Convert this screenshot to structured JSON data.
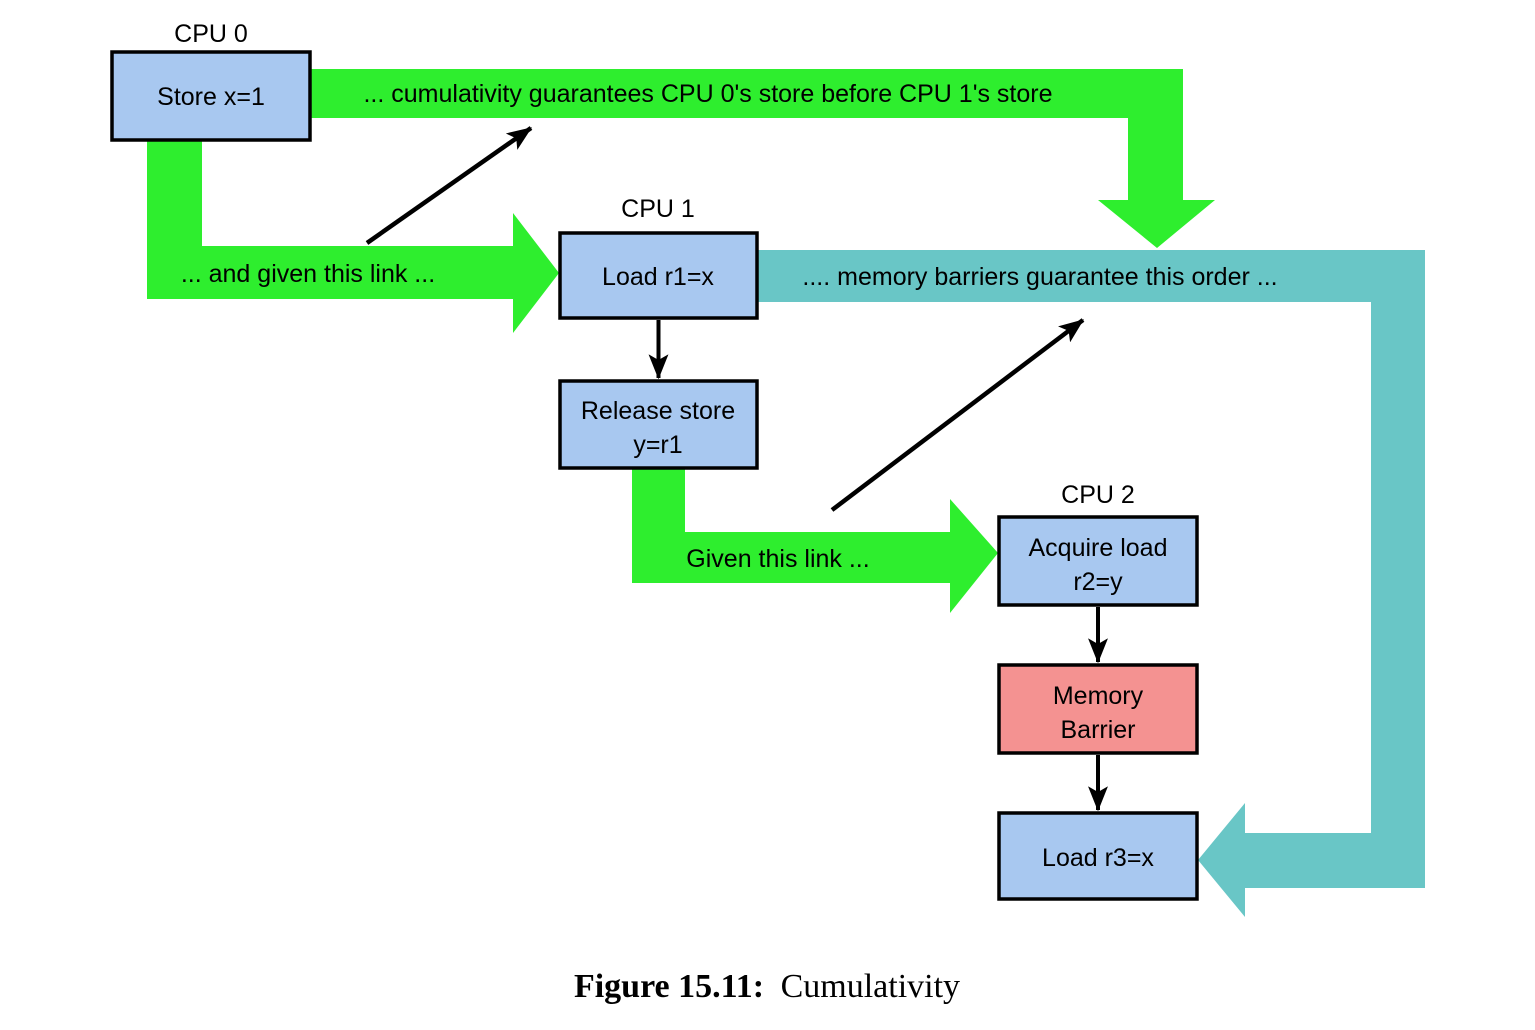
{
  "colors": {
    "green": "#2eee2e",
    "teal": "#69c6c6",
    "node_blue": "#a8c8f0",
    "barrier_pink": "#f49291",
    "line_black": "#000000"
  },
  "cpu_labels": {
    "cpu0": "CPU 0",
    "cpu1": "CPU 1",
    "cpu2": "CPU 2"
  },
  "nodes": {
    "store_x1": "Store x=1",
    "load_r1": "Load r1=x",
    "release_store_line1": "Release store",
    "release_store_line2": "y=r1",
    "acquire_load_line1": "Acquire load",
    "acquire_load_line2": "r2=y",
    "memory_barrier_line1": "Memory",
    "memory_barrier_line2": "Barrier",
    "load_r3": "Load r3=x"
  },
  "annotations": {
    "cumulativity": "... cumulativity guarantees CPU 0's store before CPU 1's store",
    "given_link": "... and given this link ...",
    "memory_barriers": ".... memory barriers guarantee this order ...",
    "given_link2": "Given this link ..."
  },
  "caption": {
    "label": "Figure 15.11:",
    "title": "Cumulativity"
  }
}
